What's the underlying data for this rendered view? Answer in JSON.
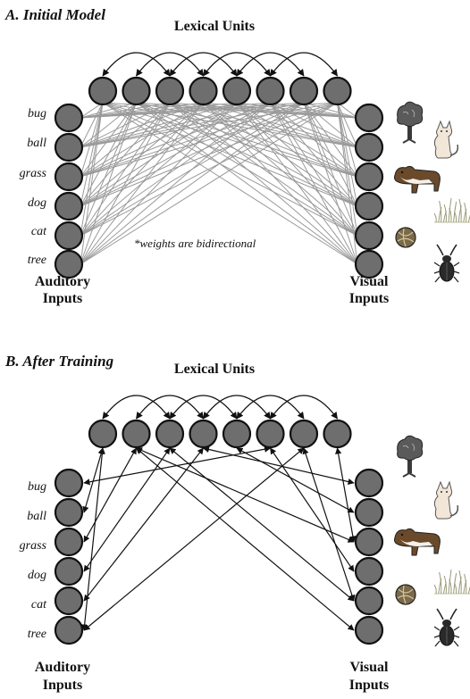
{
  "panels": [
    {
      "title": "A. Initial Model",
      "lexical_label": "Lexical Units",
      "auditory_label_line1": "Auditory",
      "auditory_label_line2": "Inputs",
      "visual_label_line1": "Visual",
      "visual_label_line2": "Inputs",
      "words": [
        "bug",
        "ball",
        "grass",
        "dog",
        "cat",
        "tree"
      ],
      "note": "*weights are bidirectional",
      "pictures": [
        "tree-icon",
        "cat-icon",
        "dog-icon",
        "grass-icon",
        "ball-icon",
        "bug-icon"
      ]
    },
    {
      "title": "B. After Training",
      "lexical_label": "Lexical Units",
      "auditory_label_line1": "Auditory",
      "auditory_label_line2": "Inputs",
      "visual_label_line1": "Visual",
      "visual_label_line2": "Inputs",
      "words": [
        "bug",
        "ball",
        "grass",
        "dog",
        "cat",
        "tree"
      ],
      "pictures": [
        "tree-icon",
        "cat-icon",
        "dog-icon",
        "grass-icon",
        "ball-icon",
        "bug-icon"
      ]
    }
  ],
  "colors": {
    "node_fill": "#6e6e6e",
    "node_stroke": "#111111",
    "initial_weight_line": "#9a9a9a"
  }
}
